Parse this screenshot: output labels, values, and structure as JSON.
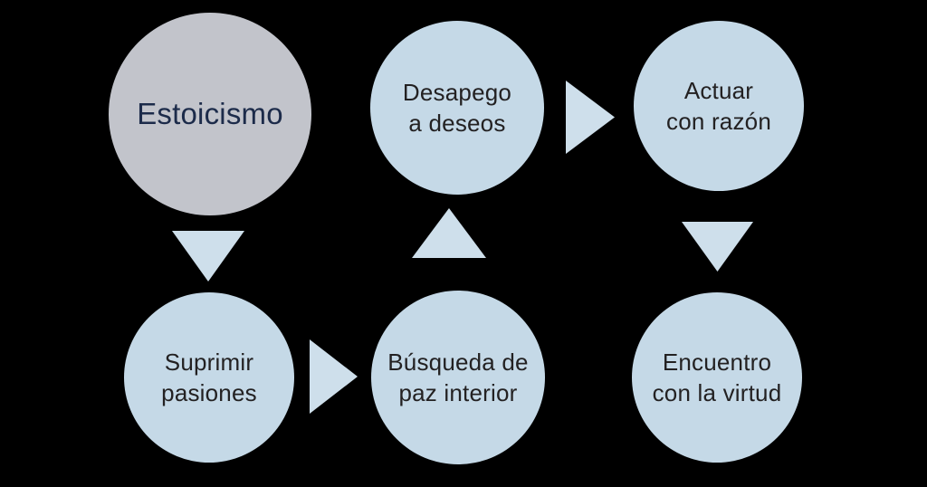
{
  "diagram": {
    "topic": "Estoicismo",
    "nodes": [
      {
        "id": "estoicismo",
        "label": "Estoicismo",
        "role": "main",
        "fill": "#C2C4CB",
        "text_color": "#1C2B4A"
      },
      {
        "id": "desapego-a-deseos",
        "label": "Desapego\na deseos",
        "fill": "#C5D9E7",
        "text_color": "#232122"
      },
      {
        "id": "actuar-con-razon",
        "label": "Actuar\ncon razón",
        "fill": "#C5D9E7",
        "text_color": "#232122"
      },
      {
        "id": "suprimir-pasiones",
        "label": "Suprimir\npasiones",
        "fill": "#C5D9E7",
        "text_color": "#232122"
      },
      {
        "id": "busqueda-de-paz-interior",
        "label": "Búsqueda de\npaz interior",
        "fill": "#C5D9E7",
        "text_color": "#232122"
      },
      {
        "id": "encuentro-con-la-virtud",
        "label": "Encuentro\ncon la virtud",
        "fill": "#C5D9E7",
        "text_color": "#232122"
      }
    ],
    "arrows": [
      {
        "from": "estoicismo",
        "to": "suprimir-pasiones",
        "direction": "down"
      },
      {
        "from": "suprimir-pasiones",
        "to": "busqueda-de-paz-interior",
        "direction": "right"
      },
      {
        "from": "busqueda-de-paz-interior",
        "to": "desapego-a-deseos",
        "direction": "up"
      },
      {
        "from": "desapego-a-deseos",
        "to": "actuar-con-razon",
        "direction": "right"
      },
      {
        "from": "actuar-con-razon",
        "to": "encuentro-con-la-virtud",
        "direction": "down"
      }
    ],
    "colors": {
      "background": "#000000",
      "main_node_fill": "#C2C4CB",
      "node_fill": "#C5D9E7",
      "arrow_fill": "#CEDFEB",
      "main_text": "#1C2B4A",
      "node_text": "#232122"
    }
  }
}
